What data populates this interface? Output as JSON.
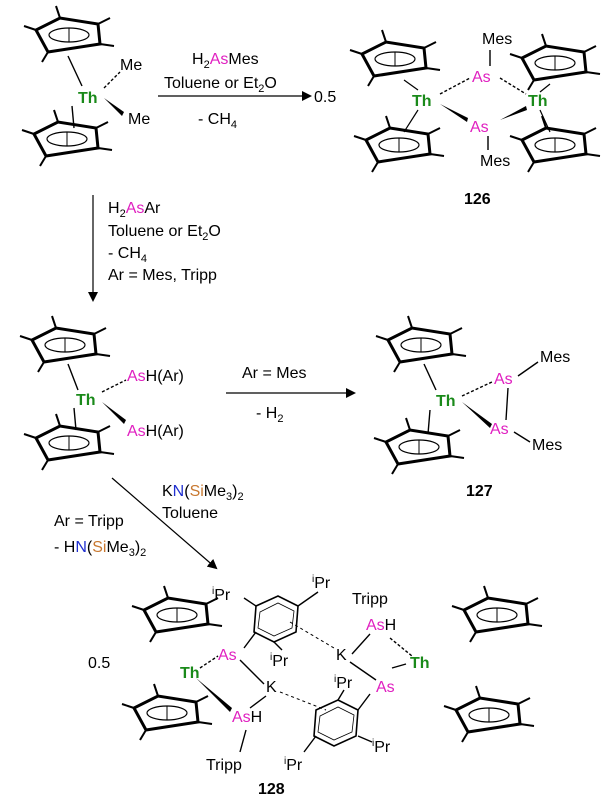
{
  "start": {
    "metal": "Th",
    "ligand_top": "Me",
    "ligand_bottom": "Me"
  },
  "arrow1": {
    "r1_a": "H",
    "r1_sub": "2",
    "r1_as": "As",
    "r1_b": "Mes",
    "solvent_a": "Toluene or Et",
    "solvent_sub": "2",
    "solvent_b": "O",
    "byproduct_a": "-  CH",
    "byproduct_sub": "4"
  },
  "p126": {
    "coef": "0.5",
    "metal": "Th",
    "as_top": "As",
    "as_bottom": "As",
    "mes_top": "Mes",
    "mes_bottom": "Mes",
    "number": "126"
  },
  "arrow2": {
    "r1_a": "H",
    "r1_sub": "2",
    "r1_as": "As",
    "r1_b": "Ar",
    "solvent_a": "Toluene or Et",
    "solvent_sub": "2",
    "solvent_b": "O",
    "byproduct_a": "- CH",
    "byproduct_sub": "4",
    "ar_def": "Ar = Mes, Tripp"
  },
  "inter": {
    "metal": "Th",
    "as": "As",
    "ligand_suffix": "H(Ar)"
  },
  "arrow3": {
    "condition": "Ar = Mes",
    "byproduct_a": "- H",
    "byproduct_sub": "2"
  },
  "p127": {
    "metal": "Th",
    "as": "As",
    "mes": "Mes",
    "number": "127"
  },
  "arrow4": {
    "k_a": "K",
    "n": "N",
    "paren_open": "(",
    "si": "Si",
    "k_b": "Me",
    "k_sub": "3",
    "paren_close": ")",
    "k_sub2": "2",
    "solvent": "Toluene",
    "condition": "Ar = Tripp",
    "bp_a": "- H"
  },
  "p128": {
    "coef": "0.5",
    "metal": "Th",
    "as": "As",
    "h": "H",
    "k": "K",
    "ipr_sup": "i",
    "ipr": "Pr",
    "tripp": "Tripp",
    "number": "128"
  }
}
